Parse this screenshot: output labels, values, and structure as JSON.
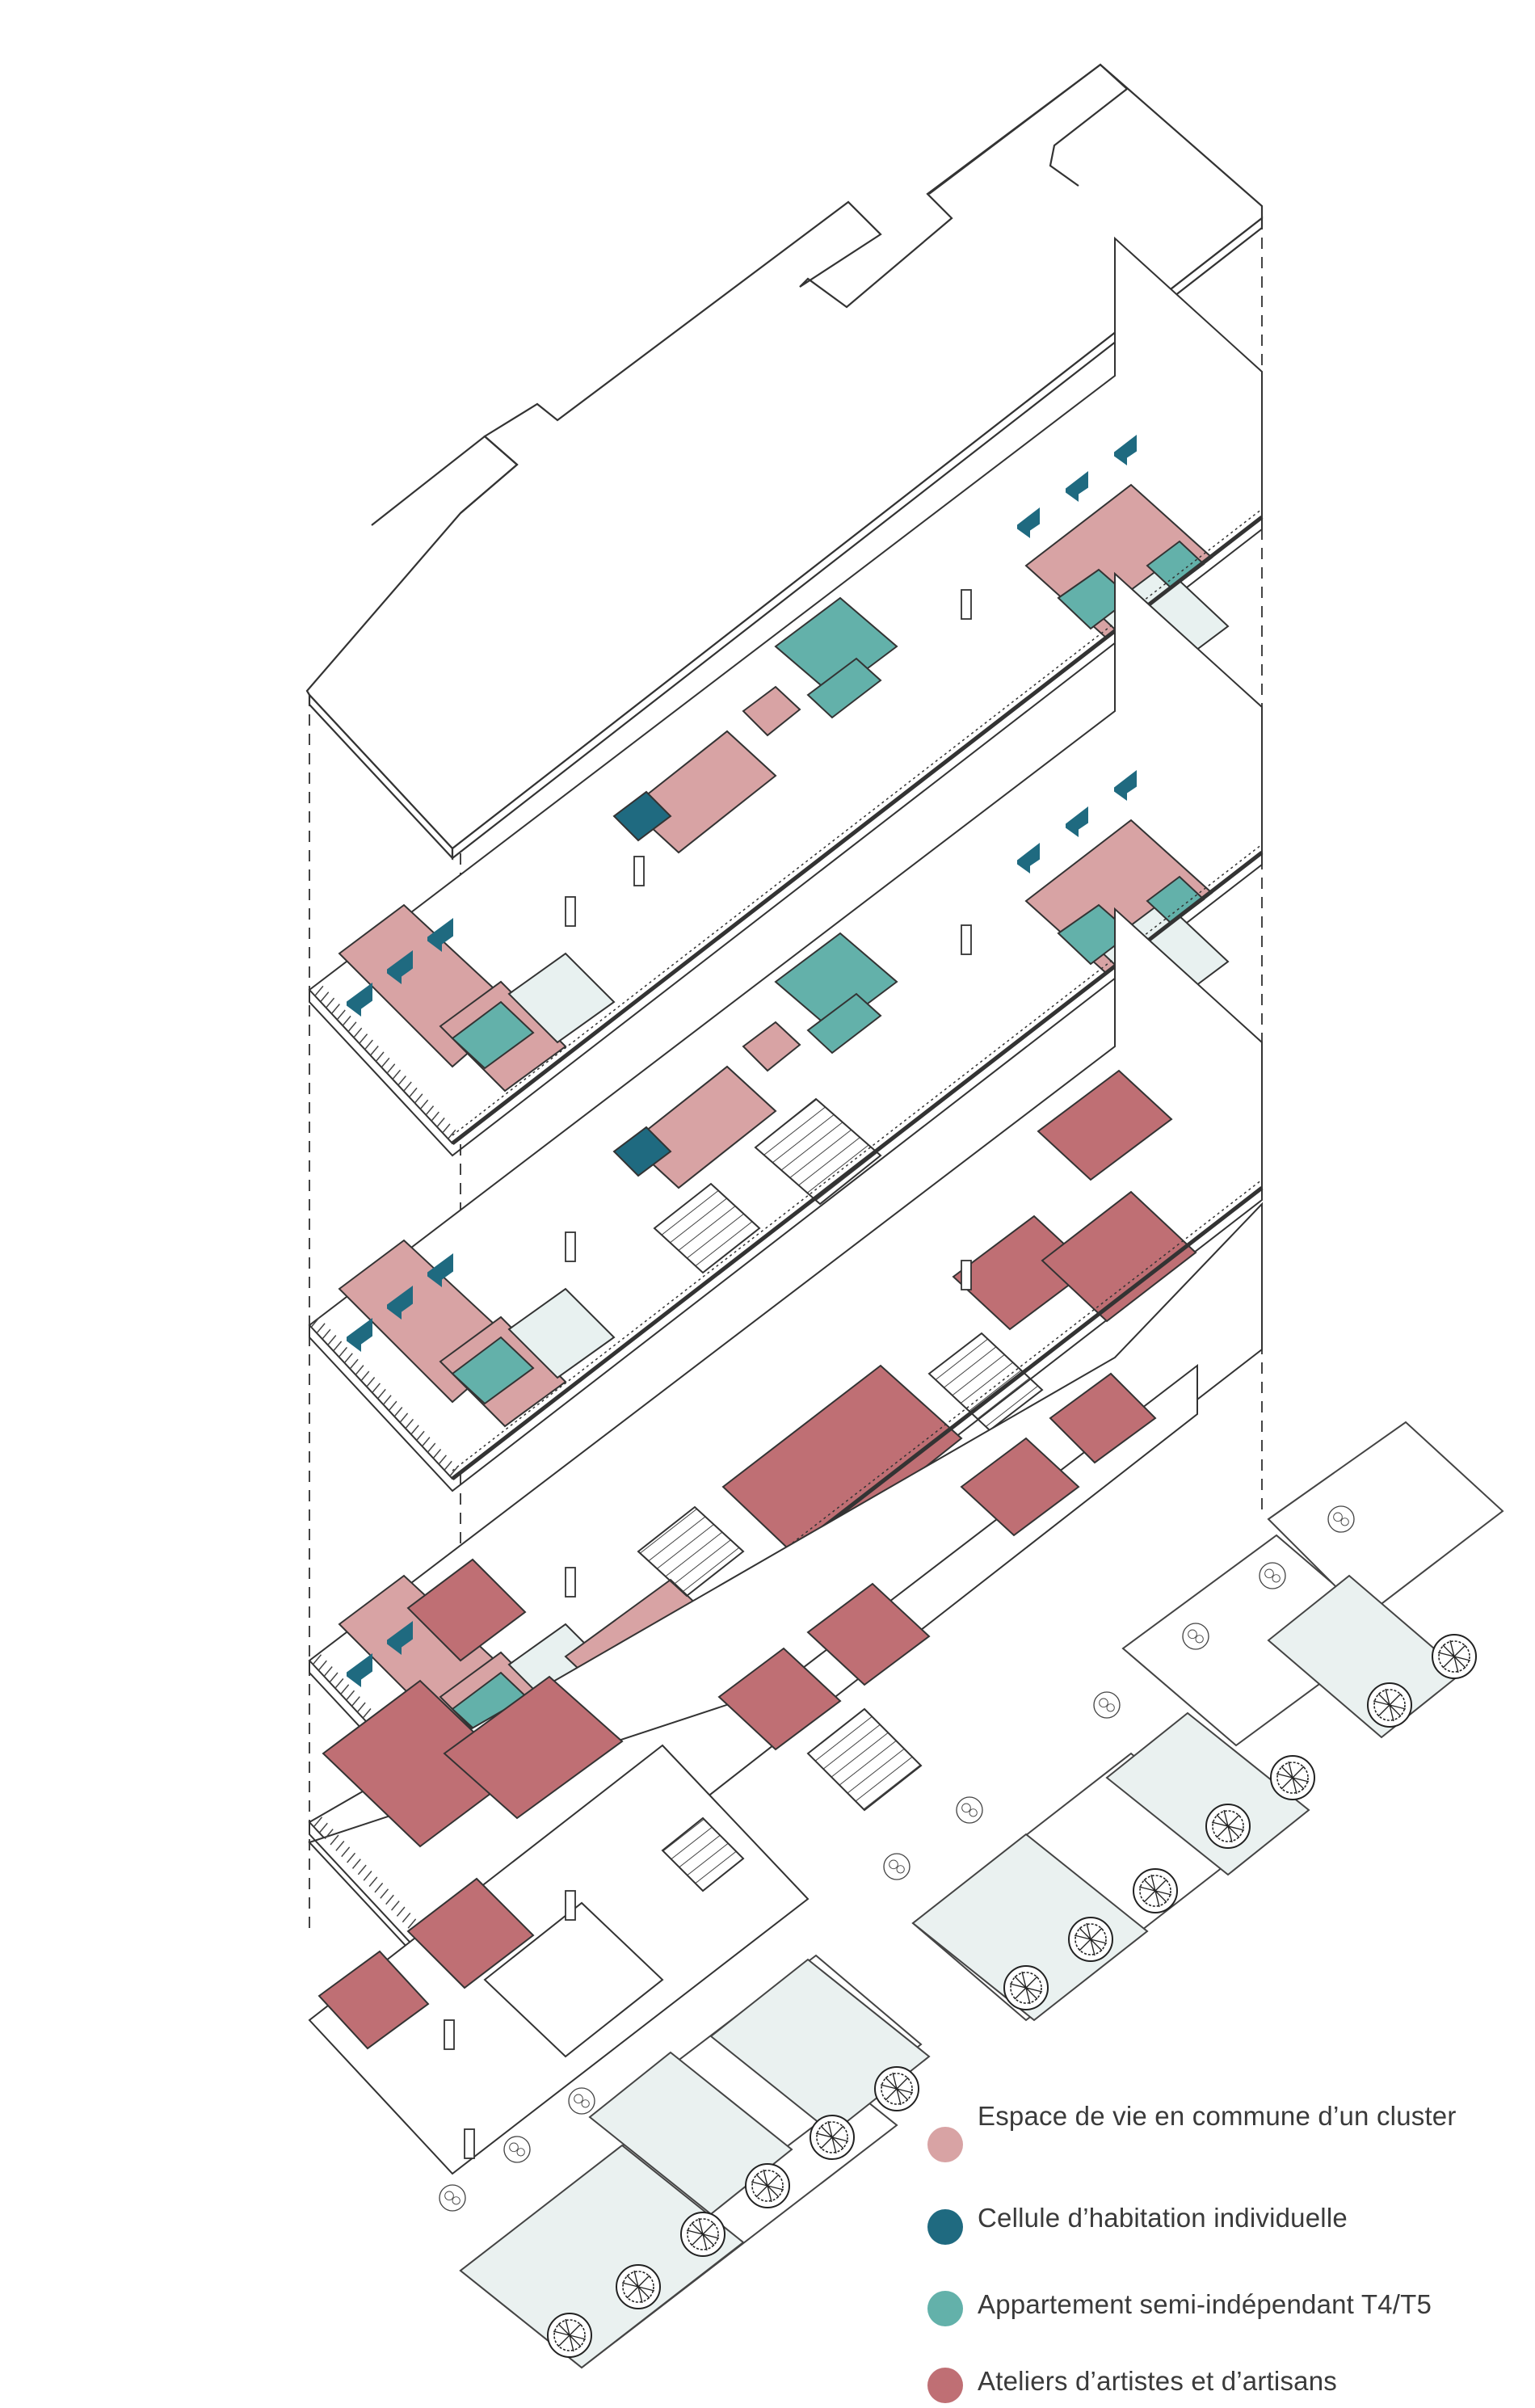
{
  "legend": {
    "items": [
      {
        "label": "Espace de vie en commune d’un cluster",
        "color": "#d8a3a4"
      },
      {
        "label": "Cellule d’habitation individuelle",
        "color": "#1f6a80"
      },
      {
        "label": "Appartement semi-indépendant T4/T5",
        "color": "#63b1aa"
      },
      {
        "label": "Ateliers d’artistes et d’artisans",
        "color": "#bf6f74"
      }
    ]
  },
  "palette": {
    "line": "#333333",
    "cluster_common": "#d8a3a4",
    "individual_cell": "#1f6a80",
    "semi_independent": "#63b1aa",
    "workshop": "#bf6f74",
    "parking": "#eaf1f0"
  },
  "icons": [
    "tree-icon",
    "stair-icon",
    "column-icon"
  ]
}
